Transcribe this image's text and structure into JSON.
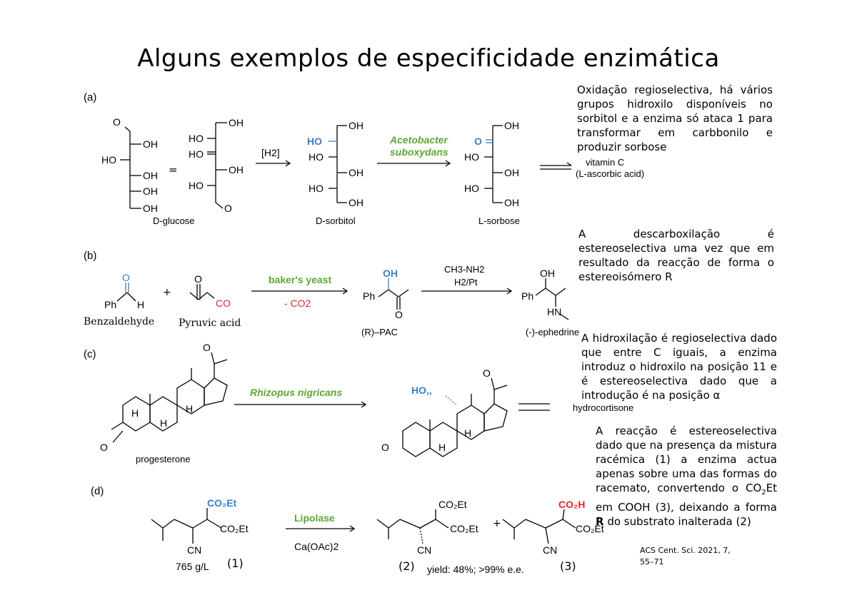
{
  "title": "Alguns exemplos de especificidade enzimática",
  "panels": {
    "a": {
      "label": "(a)",
      "glucose_name": "D-glucose",
      "sorbitol_name": "D-sorbitol",
      "sorbose_name": "L-sorbose",
      "reagent_h2": "[H2]",
      "enzyme_line1": "Acetobacter",
      "enzyme_line2": "suboxydans",
      "product_line1": "vitamin C",
      "product_line2": "(L-ascorbic acid)",
      "equals": "="
    },
    "b": {
      "label": "(b)",
      "benzaldehyde": "Benzaldehyde",
      "pyruvic": "Pyruvic acid",
      "enzyme": "baker's yeast",
      "co2": "- CO2",
      "pac": "(R)–PAC",
      "ephedrine": "(-)-ephedrine",
      "reagent1": "CH3-NH2",
      "reagent2": "H2/Pt",
      "plus": "+"
    },
    "c": {
      "label": "(c)",
      "progesterone": "progesterone",
      "enzyme": "Rhizopus nigricans",
      "product": "hydrocortisone"
    },
    "d": {
      "label": "(d)",
      "enzyme": "Lipolase",
      "reagent": "Ca(OAc)2",
      "conc": "765 g/L",
      "n1": "(1)",
      "n2": "(2)",
      "n3": "(3)",
      "yield": "yield: 48%; >99% e.e.",
      "plus": "+"
    }
  },
  "notes": {
    "a": "Oxidação regioselectiva, há vários grupos hidroxilo disponíveis no sorbitol e a enzima só ataca 1 para transformar em carbbonilo e produzir sorbose",
    "b": "A descarboxilação é estereoselectiva uma vez que em resultado da reacção de forma o estereoisómero R",
    "c": "A hidroxilação é regioselectiva dado que entre C iguais, a enzima introduz o hidroxilo na posição 11 e é estereoselectiva dado que a introdução é na posição α",
    "d_pre": "A reacção é estereoselectiva dado que na presença da mistura racémica (1) a enzima actua apenas sobre uma das formas do racemato, convertendo o CO",
    "d_mid": "Et em COOH (3), deixando a forma ",
    "d_bold": "R",
    "d_post": " do substrato inalterada (2)",
    "reference_line1": "ACS Cent. Sci. 2021, 7,",
    "reference_line2": "55–71"
  },
  "colors": {
    "blue": "#3b7fc4",
    "green": "#5ba832",
    "red": "#e0262a"
  }
}
